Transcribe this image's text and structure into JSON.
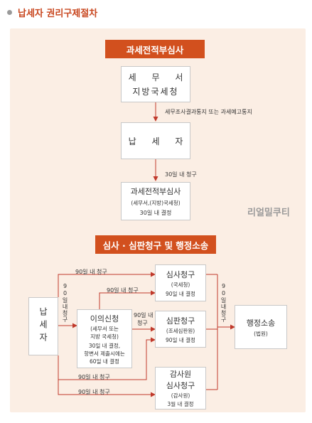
{
  "header": {
    "title": "납세자 권리구제절차"
  },
  "watermark": "리얼밀쿠티",
  "section1": {
    "banner": "과세전적부심사",
    "tax_office": {
      "line1": "세 무 서",
      "line2": "지방국세청"
    },
    "arrow1_label": "세무조사결과통지 또는 과세예고통지",
    "taxpayer": "납 세 자",
    "arrow2_label": "30일 내 청구",
    "review_box": {
      "title": "과세전적부심사",
      "sub": "(세무서,(지방)국세청)",
      "deadline": "30일 내 결정"
    }
  },
  "section2": {
    "banner": "심사 · 심판청구 및 행정소송",
    "taxpayer": "납세자",
    "objection": {
      "title": "이의신청",
      "sub1": "(세무서 또는",
      "sub2": "지방 국세청)",
      "d1": "30일 내 결정,",
      "d2": "항변서 제출시에는",
      "d3": "60일 내 결정"
    },
    "review_request": {
      "title": "심사청구",
      "sub": "(국세청)",
      "deadline": "90일 내 결정"
    },
    "tribunal_request": {
      "title": "심판청구",
      "sub": "(조세심판원)",
      "deadline": "90일 내 결정"
    },
    "audit_request": {
      "title1": "감사원",
      "title2": "심사청구",
      "sub": "(감사원)",
      "deadline": "3월 내 결정"
    },
    "lawsuit": {
      "title": "행정소송",
      "sub": "(법원)"
    },
    "labels": {
      "top_90": "90일 내 청구",
      "left_vertical": "90일내청구",
      "mid_90": "90일 내 청구",
      "obj_to_tribunal_1": "90일 내",
      "obj_to_tribunal_2": "청구",
      "right_vertical": "90일내청구",
      "bottom_90a": "90일 내 청구",
      "bottom_90b": "90일 내 청구"
    }
  }
}
